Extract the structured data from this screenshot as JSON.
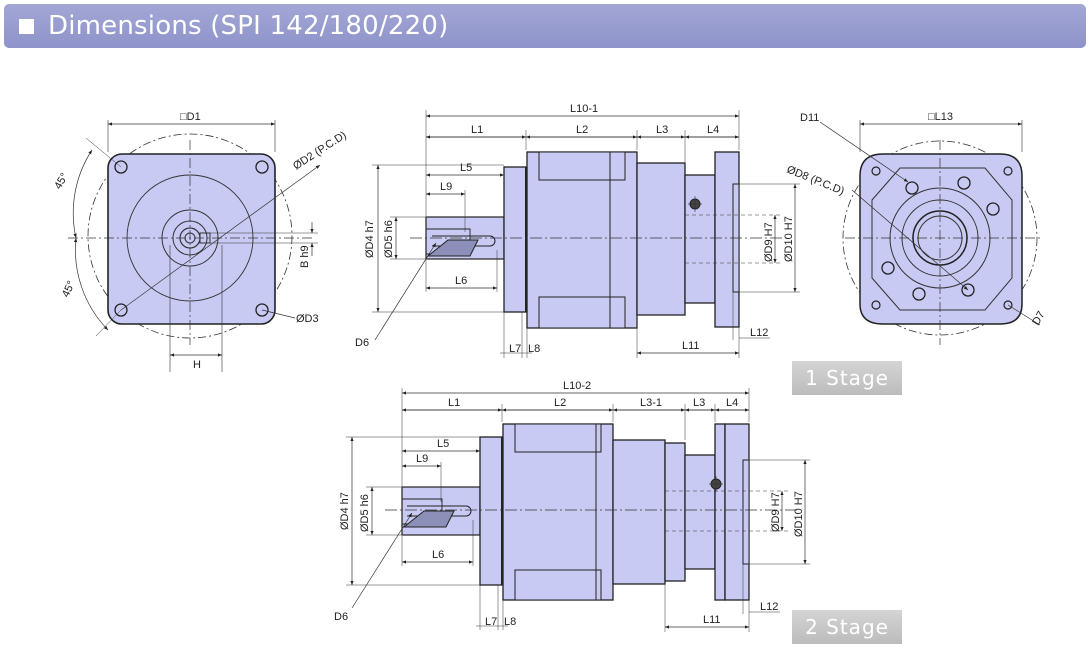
{
  "header": {
    "title": "Dimensions (SPI 142/180/220)"
  },
  "stages": {
    "stage1": "1 Stage",
    "stage2": "2 Stage"
  },
  "labels": {
    "front": {
      "d1": "□D1",
      "d2": "ØD2 (P.C.D)",
      "d3": "ØD3",
      "b": "B h9",
      "h": "H",
      "angle_top": "45°",
      "angle_bottom": "45°"
    },
    "side1": {
      "l10": "L10-1",
      "l1": "L1",
      "l2": "L2",
      "l3": "L3",
      "l4": "L4",
      "l5": "L5",
      "l9": "L9",
      "l6": "L6",
      "l7": "L7",
      "l8": "L8",
      "l11": "L11",
      "l12": "L12",
      "d4": "ØD4 h7",
      "d5": "ØD5 h6",
      "d9": "ØD9 H7",
      "d10": "ØD10 H7",
      "d6": "D6"
    },
    "rear": {
      "d11": "D11",
      "l13": "□L13",
      "d8": "ØD8 (P.C.D)",
      "d7": "D7"
    },
    "side2": {
      "l10": "L10-2",
      "l1": "L1",
      "l2": "L2",
      "l31": "L3-1",
      "l3": "L3",
      "l4": "L4",
      "l5": "L5",
      "l9": "L9",
      "l6": "L6",
      "l7": "L7",
      "l8": "L8",
      "l11": "L11",
      "l12": "L12",
      "d4": "ØD4 h7",
      "d5": "ØD5 h6",
      "d9": "ØD9 H7",
      "d10": "ØD10 H7",
      "d6": "D6"
    }
  },
  "colors": {
    "header": "#9a9ed0",
    "body_fill": "#c8caf3",
    "line": "#222222",
    "badge": "#c4c4c4"
  }
}
